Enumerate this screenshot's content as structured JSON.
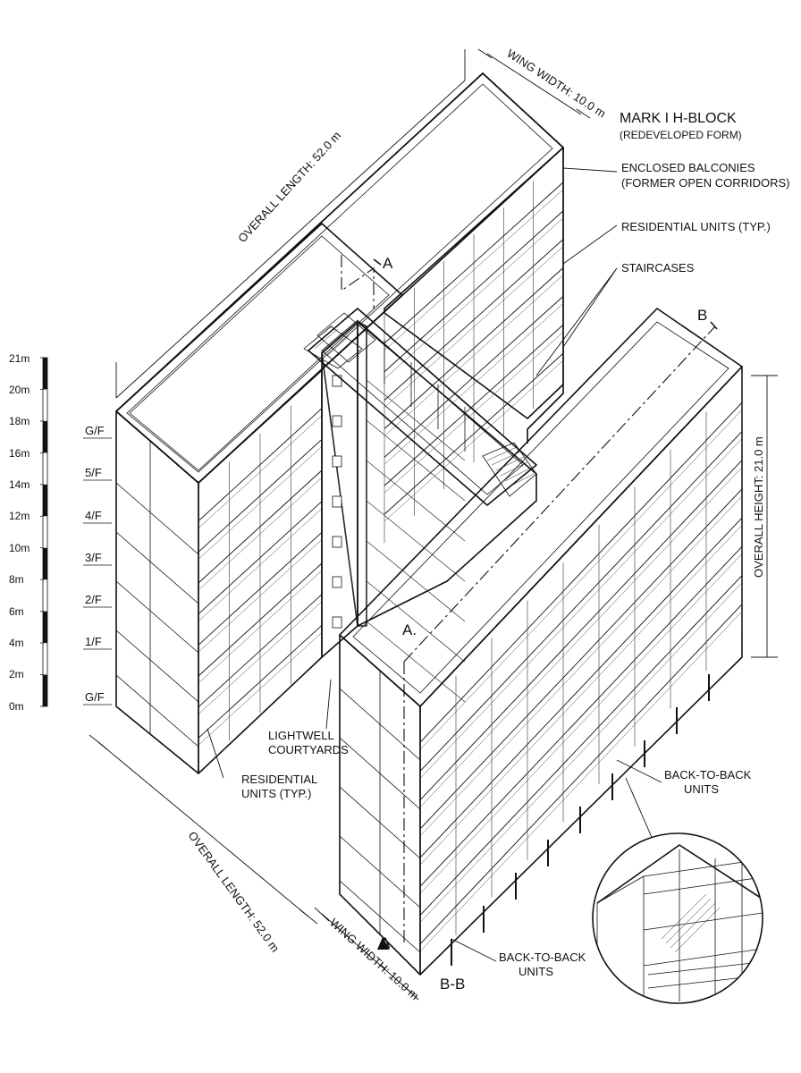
{
  "title": "MARK I H-BLOCK",
  "subtitle": "(REDEVELOPED FORM)",
  "labels": {
    "enclosed_balconies_1": "ENCLOSED BALCONIES",
    "enclosed_balconies_2": "(FORMER OPEN CORRIDORS)",
    "residential_units_typ": "RESIDENTIAL UNITS (TYP.)",
    "staircases": "STAIRCASES",
    "lightwell_1": "LIGHTWELL",
    "lightwell_2": "COURTYARDS",
    "res_units_left_1": "RESIDENTIAL",
    "res_units_left_2": "UNITS (TYP.)",
    "back_to_back_right_1": "BACK-TO-BACK",
    "back_to_back_right_2": "UNITS",
    "back_to_back_bottom_1": "BACK-TO-BACK",
    "back_to_back_bottom_2": "UNITS"
  },
  "dimensions": {
    "overall_length_top": "OVERALL LENGTH: 52.0 m",
    "wing_width_top": "WING WIDTH: 10.0 m",
    "overall_height": "OVERALL HEIGHT: 21.0 m",
    "overall_length_bottom": "OVERALL LENGTH: 52.0 m",
    "wing_width_bottom": "WING WIDTH: 10.0 m"
  },
  "section_marks": {
    "a_top": "A",
    "a_mid": "A.",
    "a_bottom": "A",
    "b_top": "B",
    "b_bottom": "B-B"
  },
  "scale_bar": {
    "ticks": [
      "21m",
      "20m",
      "18m",
      "16m",
      "14m",
      "12m",
      "10m",
      "8m",
      "6m",
      "4m",
      "2m",
      "0m"
    ]
  },
  "floor_labels": [
    "G/F",
    "5/F",
    "4/F",
    "3/F",
    "2/F",
    "1/F",
    "G/F"
  ]
}
